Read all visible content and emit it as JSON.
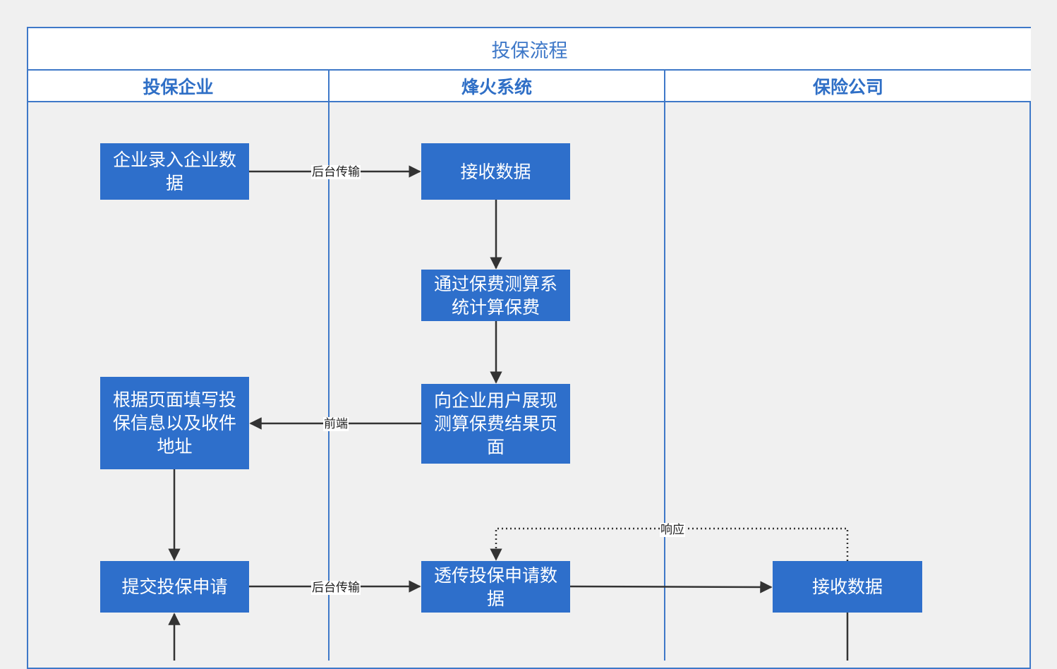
{
  "diagram": {
    "title": "投保流程",
    "lanes": [
      {
        "id": "enterprise",
        "label": "投保企业"
      },
      {
        "id": "system",
        "label": "烽火系统"
      },
      {
        "id": "insurer",
        "label": "保险公司"
      }
    ],
    "nodes": [
      {
        "id": "n1",
        "lane": "enterprise",
        "text": "企业录入企业数据"
      },
      {
        "id": "n2",
        "lane": "system",
        "text": "接收数据"
      },
      {
        "id": "n3",
        "lane": "system",
        "text": "通过保费测算系统计算保费"
      },
      {
        "id": "n4",
        "lane": "system",
        "text": "向企业用户展现测算保费结果页面"
      },
      {
        "id": "n5",
        "lane": "enterprise",
        "text": "根据页面填写投保信息以及收件地址"
      },
      {
        "id": "n6",
        "lane": "enterprise",
        "text": "提交投保申请"
      },
      {
        "id": "n7",
        "lane": "system",
        "text": "透传投保申请数据"
      },
      {
        "id": "n8",
        "lane": "insurer",
        "text": "接收数据"
      }
    ],
    "edges": [
      {
        "from": "n1",
        "to": "n2",
        "label": "后台传输",
        "style": "solid"
      },
      {
        "from": "n2",
        "to": "n3",
        "label": "",
        "style": "solid"
      },
      {
        "from": "n3",
        "to": "n4",
        "label": "",
        "style": "solid"
      },
      {
        "from": "n4",
        "to": "n5",
        "label": "前端",
        "style": "solid"
      },
      {
        "from": "n5",
        "to": "n6",
        "label": "",
        "style": "solid"
      },
      {
        "from": "n6",
        "to": "n7",
        "label": "后台传输",
        "style": "solid"
      },
      {
        "from": "n7",
        "to": "n8",
        "label": "",
        "style": "solid"
      },
      {
        "from": "n8",
        "to": "n7",
        "label": "响应",
        "style": "dotted"
      }
    ]
  },
  "colors": {
    "lane_border": "#3e78c8",
    "node_fill": "#2e6fcb",
    "node_text": "#ffffff",
    "edge": "#333333"
  }
}
